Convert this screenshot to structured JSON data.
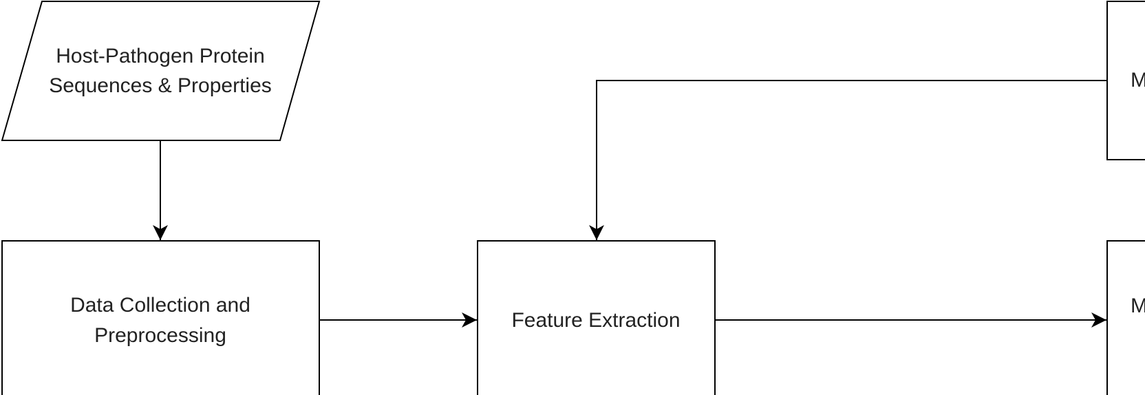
{
  "nodes": {
    "input": {
      "line1": "Host-Pathogen Protein",
      "line2": "Sequences & Properties"
    },
    "preprocessing": {
      "line1": "Data Collection and",
      "line2": "Preprocessing"
    },
    "feature_extraction": {
      "label": "Feature Extraction"
    },
    "top_right": {
      "label": "M"
    },
    "bottom_right": {
      "label": "M"
    }
  },
  "colors": {
    "stroke": "#000000",
    "text": "#222222",
    "background": "#ffffff"
  }
}
